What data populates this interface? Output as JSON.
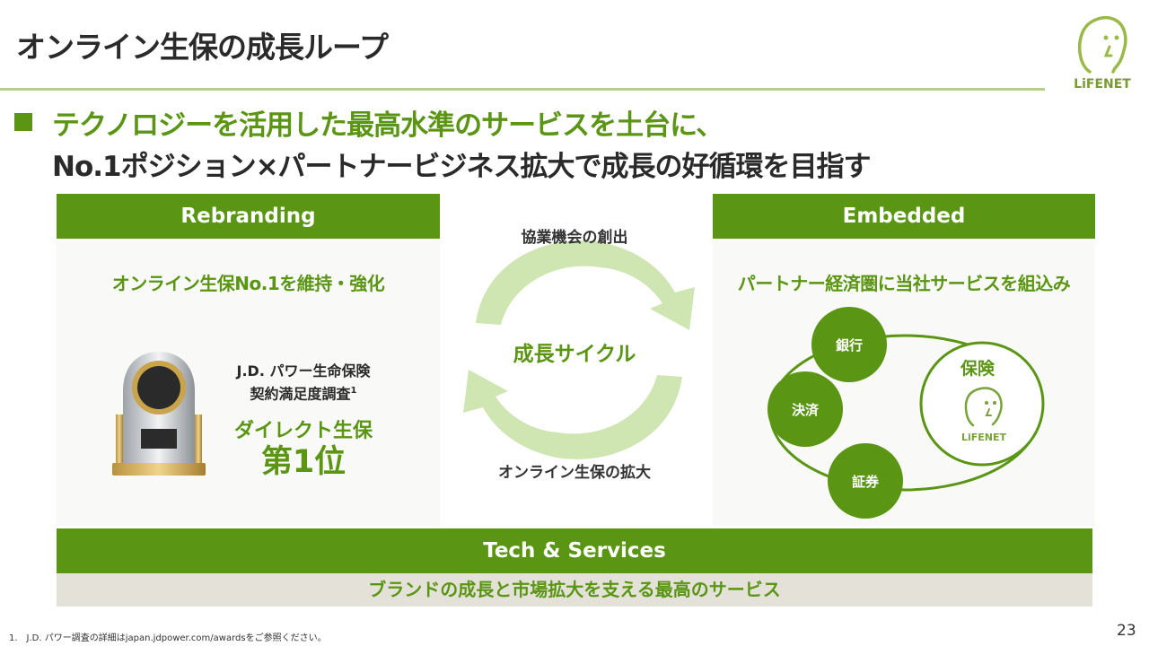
{
  "slide": {
    "title": "オンライン生保の成長ループ",
    "headline_line1": "テクノロジーを活用した最高水準のサービスを土台に、",
    "headline_line2": "No.1ポジション×パートナービジネス拡大で成長の好循環を目指す",
    "page_number": "23",
    "footnote": "1.　J.D. パワー調査の詳細はjapan.jdpower.com/awardsをご参照ください。"
  },
  "logo": {
    "text": "LiFENET",
    "icon": "face-outline-icon"
  },
  "rebranding": {
    "header": "Rebranding",
    "subtitle": "オンライン生保No.1を維持・強化",
    "award_line1": "J.D. パワー生命保険",
    "award_line2": "契約満足度調査",
    "award_sup": "1",
    "award_category": "ダイレクト生保",
    "award_rank": "第1位",
    "trophy_icon": "jdpower-trophy-icon"
  },
  "cycle": {
    "top_label": "協業機会の創出",
    "center_label": "成長サイクル",
    "bottom_label": "オンライン生保の拡大",
    "arrow_color": "#cfe6b3"
  },
  "embedded": {
    "header": "Embedded",
    "subtitle": "パートナー経済圏に当社サービスを組込み",
    "nodes": [
      "銀行",
      "決済",
      "証券"
    ],
    "insurance_label": "保険",
    "insurance_logo_text": "LiFENET"
  },
  "tech": {
    "header": "Tech & Services",
    "subtitle": "ブランドの成長と市場拡大を支える最高のサービス"
  },
  "colors": {
    "brand_green": "#5a9514",
    "light_green": "#b7cf8c",
    "beige": "#e4e2d8"
  }
}
